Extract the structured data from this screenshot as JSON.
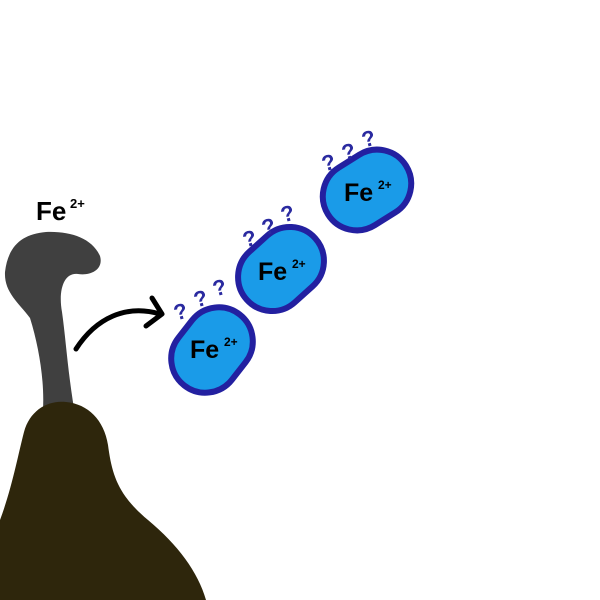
{
  "diagram": {
    "source_label": {
      "element": "Fe",
      "charge": "2+"
    },
    "particles": [
      {
        "element": "Fe",
        "charge": "2+",
        "marks": [
          "?",
          "?",
          "?"
        ]
      },
      {
        "element": "Fe",
        "charge": "2+",
        "marks": [
          "?",
          "?",
          "?"
        ]
      },
      {
        "element": "Fe",
        "charge": "2+",
        "marks": [
          "?",
          "?",
          "?"
        ]
      }
    ],
    "colors": {
      "background": "#ffffff",
      "ground": "#2e260c",
      "plume": "#404040",
      "particle_fill": "#1a9be8",
      "particle_outline": "#2320a0",
      "question_marks": "#2a2aa0",
      "arrow": "#000000",
      "text": "#000000"
    }
  }
}
